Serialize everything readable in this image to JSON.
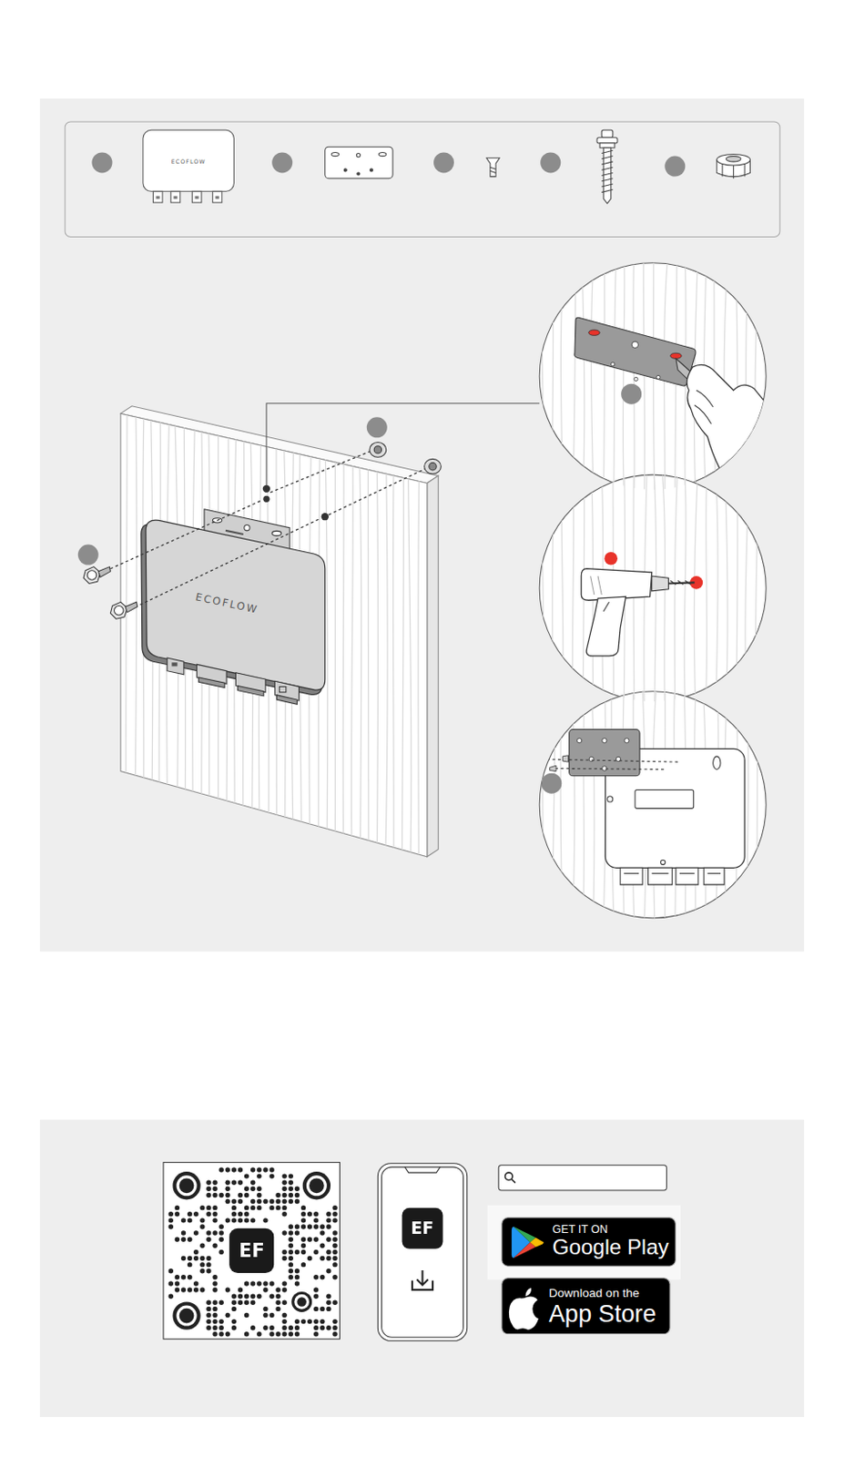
{
  "diagram": {
    "nodes": [
      {
        "text": [
          "GET IT ON",
          "Google Play"
        ]
      },
      {
        "text": [
          "Download on the",
          "App Store"
        ]
      }
    ],
    "labels": [
      "ECOFLOW",
      "ECOFLOW",
      "EF",
      "EF"
    ]
  }
}
